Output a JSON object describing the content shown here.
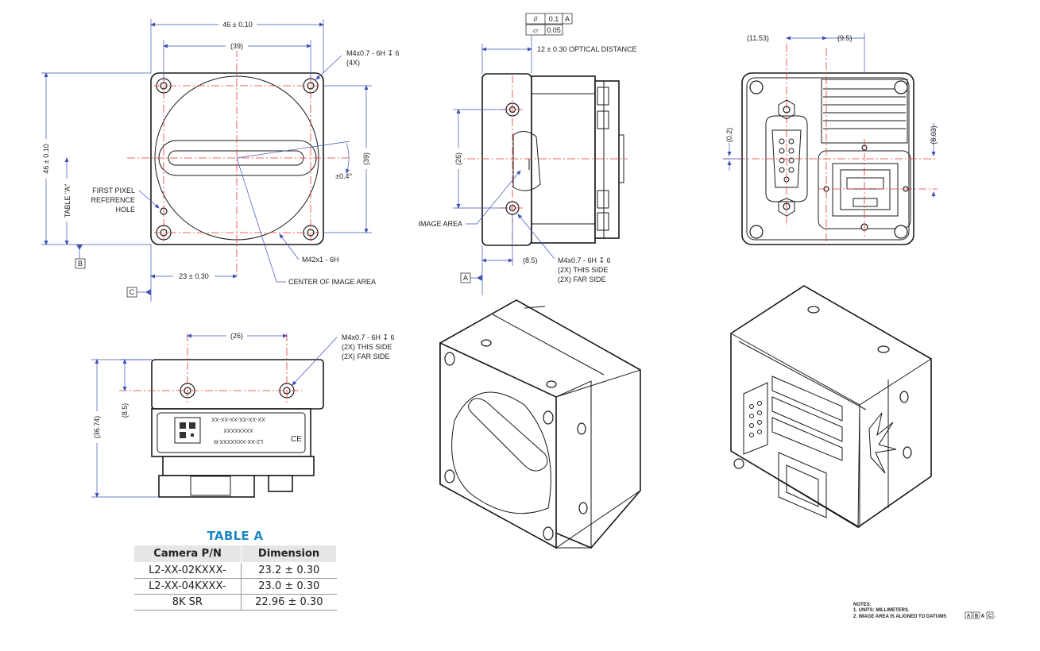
{
  "front_view": {
    "width_dim": "46 ± 0.10",
    "hole_spacing_h": "(39)",
    "height_dim": "46 ± 0.10",
    "hole_spacing_v": "(39)",
    "tilt": "±0.4°",
    "table_ref": "TABLE \"A\"",
    "x_offset": "23 ± 0.30",
    "screw_callout": [
      "M4x0.7 - 6H ↧ 6",
      "(4X)"
    ],
    "first_pixel_label": [
      "FIRST PIXEL",
      "REFERENCE",
      "HOLE"
    ],
    "mount_label": "M42x1 - 6H",
    "center_label": "CENTER OF IMAGE AREA",
    "datum_b": "B",
    "datum_c": "C"
  },
  "side_view": {
    "tol_parallel_symbol": "//",
    "tol_parallel_value": "0.1",
    "tol_parallel_datum": "A",
    "tol_flat_symbol": "▱",
    "tol_flat_value": "0.05",
    "optical_distance": "12 ± 0.30 OPTICAL DISTANCE",
    "hole_spacing_v": "(26)",
    "hole_offset": "(8.5)",
    "image_area_label": "IMAGE AREA",
    "screw_callout": [
      "M4x0.7 - 6H ↧ 6",
      "(2X) THIS SIDE",
      "(2X) FAR SIDE"
    ],
    "datum_a": "A"
  },
  "back_view": {
    "dim_left": "(11.53)",
    "dim_right": "(9.5)",
    "dim_small": "(0.2)",
    "dim_right_v": "(8.03)"
  },
  "bottom_view": {
    "hole_spacing": "(26)",
    "hole_offset": "(8.5)",
    "height_dim": "(36.74)",
    "screw_callout": [
      "M4x0.7 - 6H ↧ 6",
      "(2X) THIS SIDE",
      "(2X) FAR SIDE"
    ],
    "label_lines": [
      "XX-XX-XX-XX-XX-XX",
      "XXXXXXXX",
      "L2-XX-XXXXXXX-R"
    ]
  },
  "table_a": {
    "title": "TABLE A",
    "headers": [
      "Camera P/N",
      "Dimension"
    ],
    "rows": [
      [
        "L2-XX-02KXXX-",
        "23.2 ± 0.30"
      ],
      [
        "L2-XX-04KXXX-",
        "23.0 ± 0.30"
      ],
      [
        "8K SR",
        "22.96 ± 0.30"
      ]
    ]
  },
  "notes": {
    "title": "NOTES:",
    "line1": "1. UNITS: MILLIMETERS.",
    "line2_prefix": "2. IMAGE AREA IS ALIGNED TO DATUMS",
    "datums": [
      "A",
      "B",
      "C"
    ],
    "amp": "&"
  }
}
